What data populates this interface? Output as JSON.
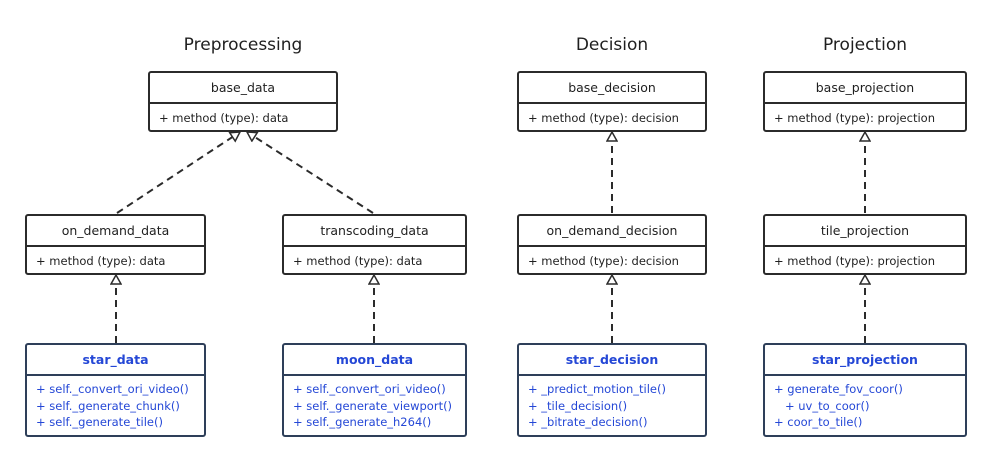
{
  "sections": {
    "preprocessing": "Preprocessing",
    "decision": "Decision",
    "projection": "Projection"
  },
  "classes": {
    "base_data": {
      "name": "base_data",
      "method": "+ method (type): data"
    },
    "on_demand_data": {
      "name": "on_demand_data",
      "method": "+ method (type): data"
    },
    "transcoding_data": {
      "name": "transcoding_data",
      "method": "+ method (type): data"
    },
    "star_data": {
      "name": "star_data",
      "methods": [
        "+ self._convert_ori_video()",
        "+ self._generate_chunk()",
        "+ self._generate_tile()"
      ]
    },
    "moon_data": {
      "name": "moon_data",
      "methods": [
        "+ self._convert_ori_video()",
        "+ self._generate_viewport()",
        "+ self._generate_h264()"
      ]
    },
    "base_decision": {
      "name": "base_decision",
      "method": "+ method (type): decision"
    },
    "on_demand_decision": {
      "name": "on_demand_decision",
      "method": "+ method (type): decision"
    },
    "star_decision": {
      "name": "star_decision",
      "methods": [
        "+ _predict_motion_tile()",
        "+ _tile_decision()",
        "+ _bitrate_decision()"
      ]
    },
    "base_projection": {
      "name": "base_projection",
      "method": "+ method (type): projection"
    },
    "tile_projection": {
      "name": "tile_projection",
      "method": "+ method (type): projection"
    },
    "star_projection": {
      "name": "star_projection",
      "methods": [
        "+ generate_fov_coor()",
        "   + uv_to_coor()",
        "+ coor_to_tile()"
      ]
    }
  },
  "colors": {
    "border": "#2b2b2b",
    "highlight_text": "#2447d6",
    "text": "#1f1f1f"
  }
}
